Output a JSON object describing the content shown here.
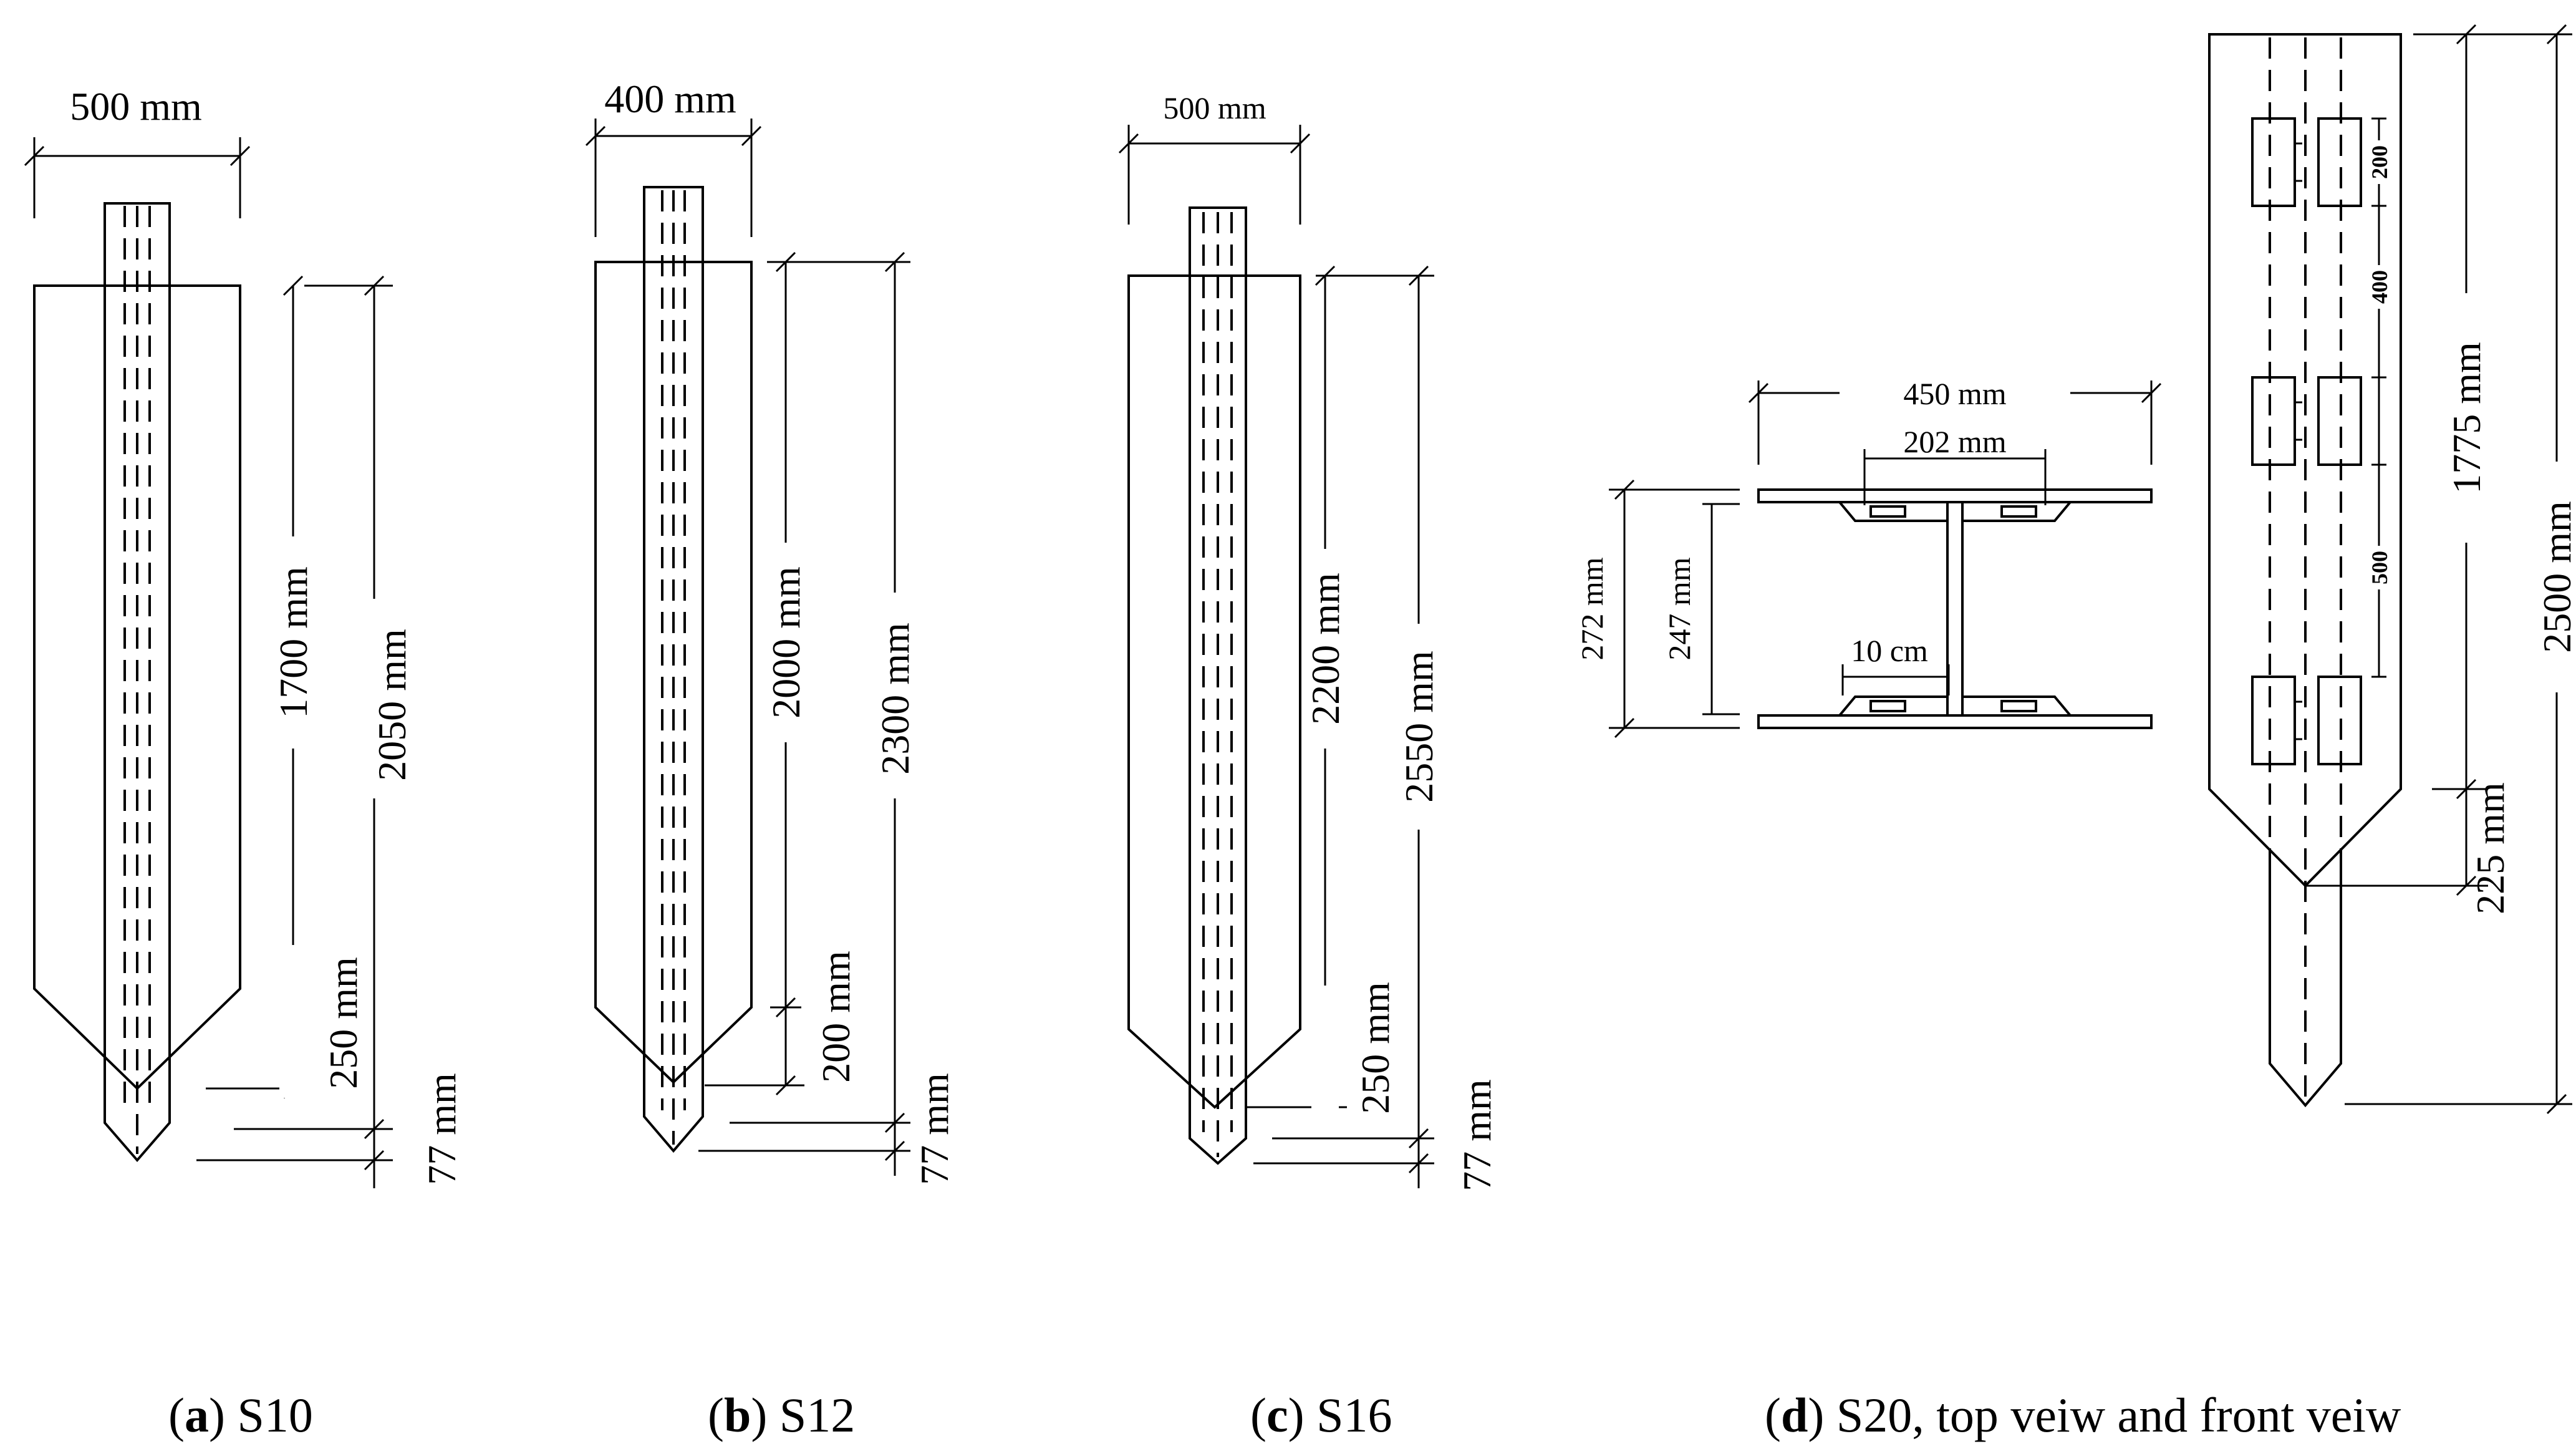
{
  "panel_a": {
    "width": "500 mm",
    "len_main": "1700 mm",
    "len_total": "2050 mm",
    "len_tip": "250 mm",
    "len_toe": "77 mm",
    "caption_letter": "a",
    "caption_text": " S10"
  },
  "panel_b": {
    "width": "400 mm",
    "len_main": "2000 mm",
    "len_total": "2300 mm",
    "len_tip": "200 mm",
    "len_toe": "77 mm",
    "caption_letter": "b",
    "caption_text": " S12"
  },
  "panel_c": {
    "width": "500 mm",
    "len_main": "2200 mm",
    "len_total": "2550 mm",
    "len_tip": "250 mm",
    "len_toe": "77 mm",
    "caption_letter": "c",
    "caption_text": " S16"
  },
  "panel_d": {
    "top_width": "450 mm",
    "flange_width": "202 mm",
    "height_outer": "272 mm",
    "height_inner": "247 mm",
    "plate_offset": "10 cm",
    "spacing_1": "200",
    "spacing_2": "400",
    "spacing_3": "500",
    "len_main": "1775 mm",
    "len_total": "2500 mm",
    "len_tip": "225 mm",
    "caption_letter": "d",
    "caption_text": " S20, top veiw and front veiw"
  }
}
